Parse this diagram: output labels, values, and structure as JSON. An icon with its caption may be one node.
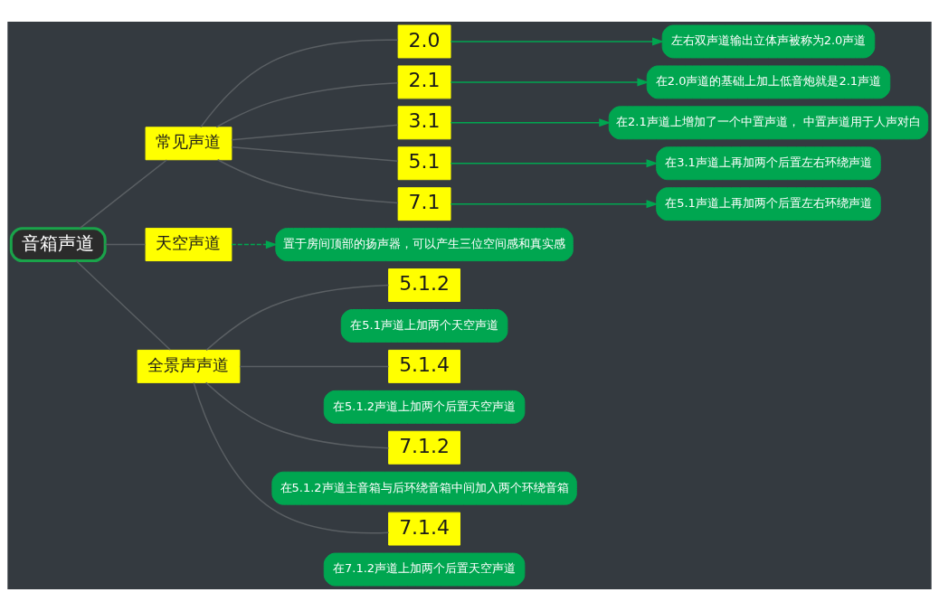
{
  "diagram": {
    "nodes": [
      {
        "text": [
          "音箱声道"
        ]
      },
      {
        "text": [
          "常见声道"
        ]
      },
      {
        "text": [
          "2.0"
        ]
      },
      {
        "text": [
          "左右双声道输出立体声被称为2.0声道"
        ]
      },
      {
        "text": [
          "2.1"
        ]
      },
      {
        "text": [
          "在2.0声道的基础上加上低音炮就是2.1声道"
        ]
      },
      {
        "text": [
          "3.1"
        ]
      },
      {
        "text": [
          "在2.1声道上增加了一个中置声道， 中置声道用于人声对白"
        ]
      },
      {
        "text": [
          "5.1"
        ]
      },
      {
        "text": [
          "在3.1声道上再加两个后置左右环绕声道"
        ]
      },
      {
        "text": [
          "7.1"
        ]
      },
      {
        "text": [
          "在5.1声道上再加两个后置左右环绕声道"
        ]
      },
      {
        "text": [
          "天空声道"
        ]
      },
      {
        "text": [
          "置于房间顶部的扬声器，可以产生三位空间感和真实感"
        ]
      },
      {
        "text": [
          "全景声声道"
        ]
      },
      {
        "text": [
          "5.1.2"
        ]
      },
      {
        "text": [
          "在5.1声道上加两个天空声道"
        ]
      },
      {
        "text": [
          "5.1.4"
        ]
      },
      {
        "text": [
          "在5.1.2声道上加两个后置天空声道"
        ]
      },
      {
        "text": [
          "7.1.2"
        ]
      },
      {
        "text": [
          "在5.1.2声道主音箱与后环绕音箱中间加入两个环绕音箱"
        ]
      },
      {
        "text": [
          "7.1.4"
        ]
      },
      {
        "text": [
          "在7.1.2声道上加两个后置天空声道"
        ]
      }
    ],
    "edges": [
      {
        "from": 0,
        "to": 1,
        "arrow": "none"
      },
      {
        "from": 0,
        "to": 12,
        "arrow": "none"
      },
      {
        "from": 0,
        "to": 14,
        "arrow": "none"
      },
      {
        "from": 1,
        "to": 2,
        "arrow": "none"
      },
      {
        "from": 1,
        "to": 4,
        "arrow": "none"
      },
      {
        "from": 1,
        "to": 6,
        "arrow": "none"
      },
      {
        "from": 1,
        "to": 8,
        "arrow": "none"
      },
      {
        "from": 1,
        "to": 10,
        "arrow": "none"
      },
      {
        "from": 2,
        "to": 3,
        "arrow": "to",
        "color": "#00a650"
      },
      {
        "from": 4,
        "to": 5,
        "arrow": "to",
        "color": "#00a650"
      },
      {
        "from": 6,
        "to": 7,
        "arrow": "to",
        "color": "#00a650"
      },
      {
        "from": 8,
        "to": 9,
        "arrow": "to",
        "color": "#00a650"
      },
      {
        "from": 10,
        "to": 11,
        "arrow": "to",
        "color": "#00a650"
      },
      {
        "from": 12,
        "to": 13,
        "arrow": "to",
        "style": "dashed",
        "color": "#00a650"
      },
      {
        "from": 14,
        "to": 15,
        "arrow": "none"
      },
      {
        "from": 14,
        "to": 17,
        "arrow": "none"
      },
      {
        "from": 14,
        "to": 19,
        "arrow": "none"
      },
      {
        "from": 14,
        "to": 21,
        "arrow": "none"
      }
    ]
  }
}
